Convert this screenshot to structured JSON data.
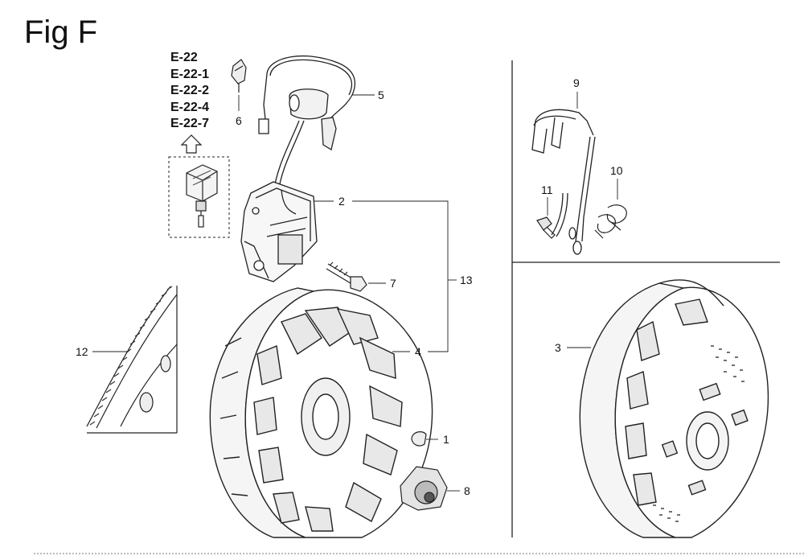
{
  "figure": {
    "title": "Fig F",
    "reference_figures": [
      "E-22",
      "E-22-1",
      "E-22-2",
      "E-22-4",
      "E-22-7"
    ]
  },
  "callouts": {
    "c1": "1",
    "c2": "2",
    "c3": "3",
    "c4": "4",
    "c5": "5",
    "c6": "6",
    "c7": "7",
    "c8": "8",
    "c9": "9",
    "c10": "10",
    "c11": "11",
    "c12": "12",
    "c13": "13"
  }
}
